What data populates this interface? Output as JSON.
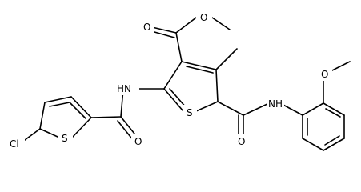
{
  "diagram": {
    "type": "chemical-structure",
    "colors": {
      "bond": "#000000",
      "text": "#000000",
      "background": "#ffffff"
    },
    "atoms": [
      {
        "id": "o_carbonyl_ester",
        "label": "O"
      },
      {
        "id": "o_ester",
        "label": "O"
      },
      {
        "id": "nh_amide_left",
        "label": "HN"
      },
      {
        "id": "s_thiophene_main",
        "label": "S"
      },
      {
        "id": "o_carbonyl_left",
        "label": "O"
      },
      {
        "id": "s_thiophene_cl",
        "label": "S"
      },
      {
        "id": "cl_substituent",
        "label": "Cl"
      },
      {
        "id": "nh_amide_right",
        "label": "NH"
      },
      {
        "id": "o_carbonyl_right",
        "label": "O"
      },
      {
        "id": "o_methoxy",
        "label": "O"
      }
    ]
  }
}
